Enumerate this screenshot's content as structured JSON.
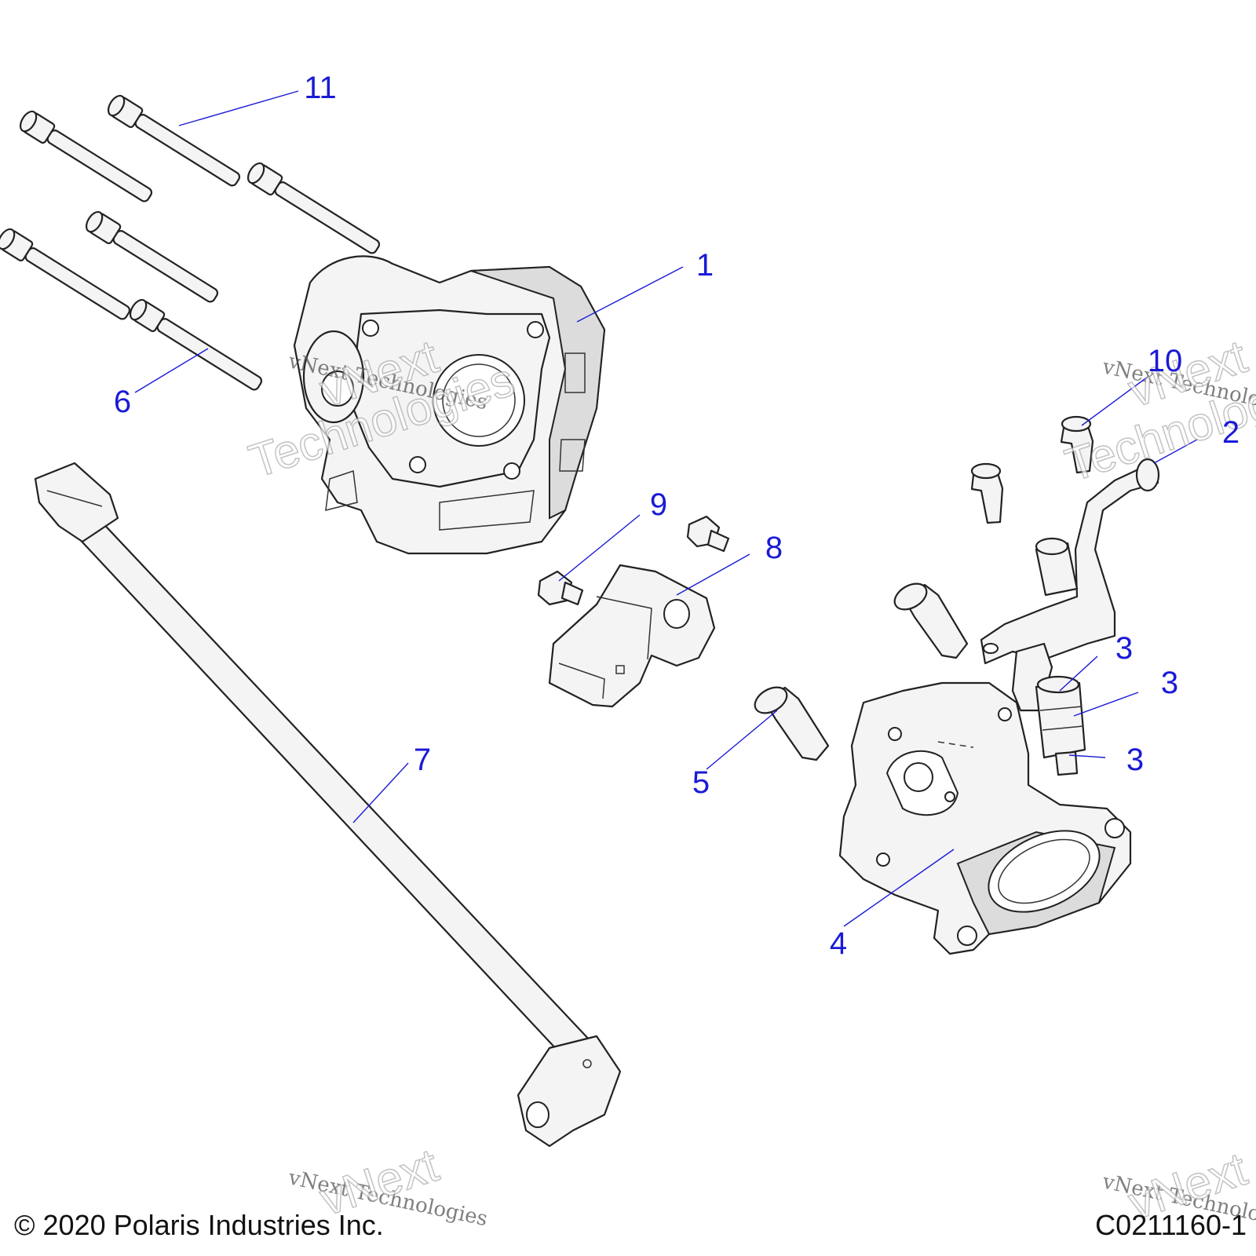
{
  "callouts": {
    "c1": "1",
    "c2": "2",
    "c3a": "3",
    "c3b": "3",
    "c3c": "3",
    "c4": "4",
    "c5": "5",
    "c6": "6",
    "c7": "7",
    "c8": "8",
    "c9": "9",
    "c10": "10",
    "c11": "11"
  },
  "watermark": {
    "line": "vNext Technologies",
    "word_top": "vNext",
    "word_bottom": "Technologies"
  },
  "footer": {
    "copyright": "© 2020 Polaris Industries Inc.",
    "drawing_number": "C0211160-1"
  },
  "colors": {
    "callout": "#1a1ad6",
    "line_art": "#222222",
    "background": "#ffffff"
  }
}
